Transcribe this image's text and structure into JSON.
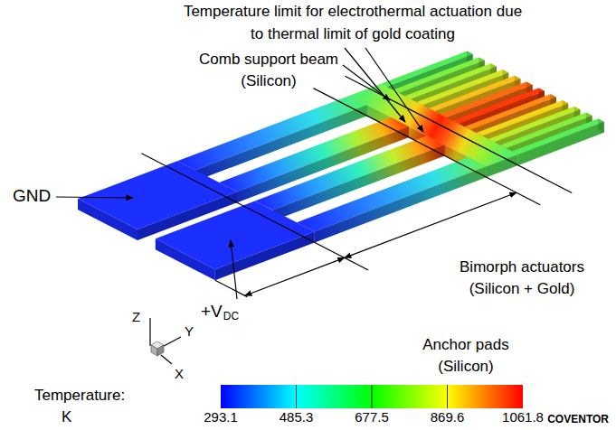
{
  "diagram": {
    "labels": [
      "Temperature limit for electrothermal actuation due to thermal limit of gold coating",
      "Comb support beam (Silicon)",
      "GND",
      "+V",
      "DC",
      "Bimorph actuators (Silicon + Gold)",
      "Anchor pads (Silicon)",
      "Z",
      "Y",
      "X",
      "Temperature:",
      "K",
      "293.1",
      "485.3",
      "677.5",
      "869.6",
      "1061.8",
      "COVENTOR"
    ]
  }
}
